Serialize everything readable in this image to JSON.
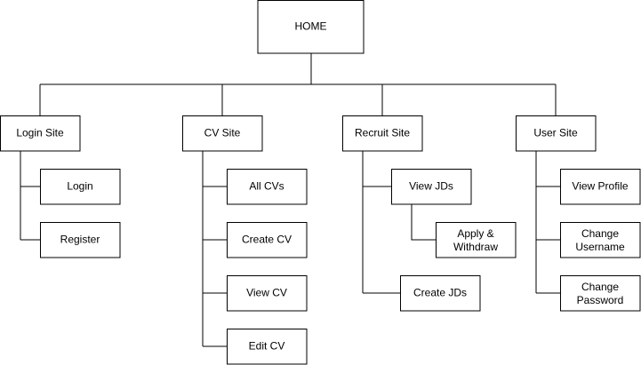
{
  "diagram": {
    "root": "HOME",
    "sites": [
      {
        "label": "Login Site",
        "children": [
          "Login",
          "Register"
        ]
      },
      {
        "label": "CV Site",
        "children": [
          "All CVs",
          "Create CV",
          "View CV",
          "Edit CV"
        ]
      },
      {
        "label": "Recruit Site",
        "children": [
          "View JDs",
          "Apply & Withdraw",
          "Create JDs"
        ]
      },
      {
        "label": "User Site",
        "children": [
          "View Profile",
          "Change Username",
          "Change Password"
        ]
      }
    ]
  }
}
